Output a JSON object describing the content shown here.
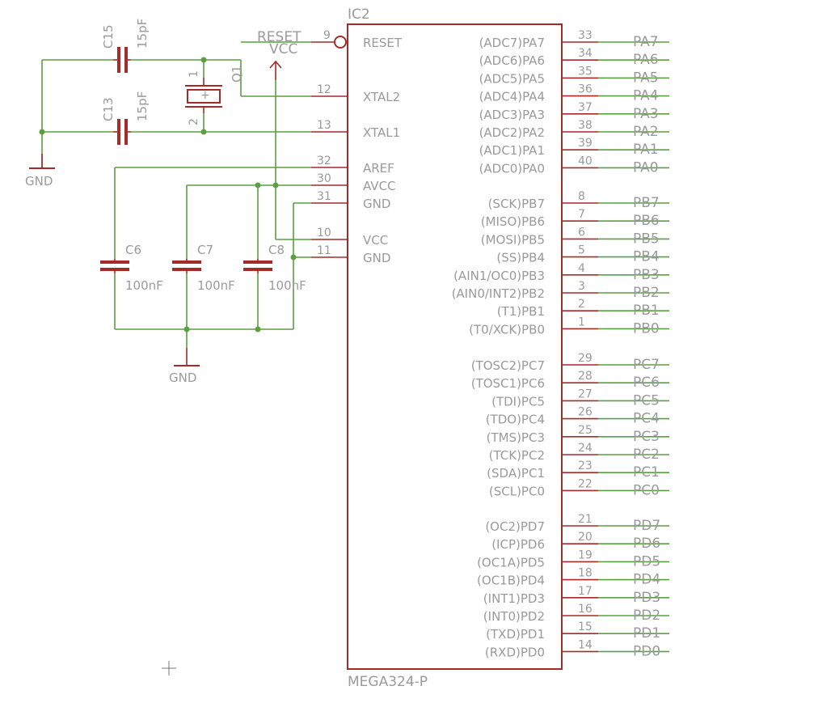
{
  "ic": {
    "name": "IC2",
    "value": "MEGA324-P",
    "left_pins": [
      {
        "num": "9",
        "label": "RESET"
      },
      {
        "num": "12",
        "label": "XTAL2"
      },
      {
        "num": "13",
        "label": "XTAL1"
      },
      {
        "num": "32",
        "label": "AREF"
      },
      {
        "num": "30",
        "label": "AVCC"
      },
      {
        "num": "31",
        "label": "GND"
      },
      {
        "num": "10",
        "label": "VCC"
      },
      {
        "num": "11",
        "label": "GND"
      }
    ],
    "right_pins": [
      {
        "label": "(ADC7)PA7",
        "num": "33",
        "net": "PA7"
      },
      {
        "label": "(ADC6)PA6",
        "num": "34",
        "net": "PA6"
      },
      {
        "label": "(ADC5)PA5",
        "num": "35",
        "net": "PA5"
      },
      {
        "label": "(ADC4)PA4",
        "num": "36",
        "net": "PA4"
      },
      {
        "label": "(ADC3)PA3",
        "num": "37",
        "net": "PA3"
      },
      {
        "label": "(ADC2)PA2",
        "num": "38",
        "net": "PA2"
      },
      {
        "label": "(ADC1)PA1",
        "num": "39",
        "net": "PA1"
      },
      {
        "label": "(ADC0)PA0",
        "num": "40",
        "net": "PA0"
      },
      {
        "label": "(SCK)PB7",
        "num": "8",
        "net": "PB7"
      },
      {
        "label": "(MISO)PB6",
        "num": "7",
        "net": "PB6"
      },
      {
        "label": "(MOSI)PB5",
        "num": "6",
        "net": "PB5"
      },
      {
        "label": "(SS)PB4",
        "num": "5",
        "net": "PB4"
      },
      {
        "label": "(AIN1/OC0)PB3",
        "num": "4",
        "net": "PB3"
      },
      {
        "label": "(AIN0/INT2)PB2",
        "num": "3",
        "net": "PB2"
      },
      {
        "label": "(T1)PB1",
        "num": "2",
        "net": "PB1"
      },
      {
        "label": "(T0/XCK)PB0",
        "num": "1",
        "net": "PB0"
      },
      {
        "label": "(TOSC2)PC7",
        "num": "29",
        "net": "PC7"
      },
      {
        "label": "(TOSC1)PC6",
        "num": "28",
        "net": "PC6"
      },
      {
        "label": "(TDI)PC5",
        "num": "27",
        "net": "PC5"
      },
      {
        "label": "(TDO)PC4",
        "num": "26",
        "net": "PC4"
      },
      {
        "label": "(TMS)PC3",
        "num": "25",
        "net": "PC3"
      },
      {
        "label": "(TCK)PC2",
        "num": "24",
        "net": "PC2"
      },
      {
        "label": "(SDA)PC1",
        "num": "23",
        "net": "PC1"
      },
      {
        "label": "(SCL)PC0",
        "num": "22",
        "net": "PC0"
      },
      {
        "label": "(OC2)PD7",
        "num": "21",
        "net": "PD7"
      },
      {
        "label": "(ICP)PD6",
        "num": "20",
        "net": "PD6"
      },
      {
        "label": "(OC1A)PD5",
        "num": "19",
        "net": "PD5"
      },
      {
        "label": "(OC1B)PD4",
        "num": "18",
        "net": "PD4"
      },
      {
        "label": "(INT1)PD3",
        "num": "17",
        "net": "PD3"
      },
      {
        "label": "(INT0)PD2",
        "num": "16",
        "net": "PD2"
      },
      {
        "label": "(TXD)PD1",
        "num": "15",
        "net": "PD1"
      },
      {
        "label": "(RXD)PD0",
        "num": "14",
        "net": "PD0"
      }
    ]
  },
  "nets": {
    "reset": "RESET",
    "vcc": "VCC",
    "gnd_crystal": "GND",
    "gnd_caps": "GND"
  },
  "components": {
    "c15": {
      "name": "C15",
      "value": "15pF"
    },
    "c13": {
      "name": "C13",
      "value": "15pF"
    },
    "q1": {
      "name": "Q1",
      "pin1": "1",
      "pin2": "2"
    },
    "c6": {
      "name": "C6",
      "value": "100nF"
    },
    "c7": {
      "name": "C7",
      "value": "100nF"
    },
    "c8": {
      "name": "C8",
      "value": "100nF"
    }
  },
  "colors": {
    "symbol": "#a52a2a",
    "wire": "#5aa040",
    "text": "#9a9a9a",
    "background": "#ffffff"
  }
}
